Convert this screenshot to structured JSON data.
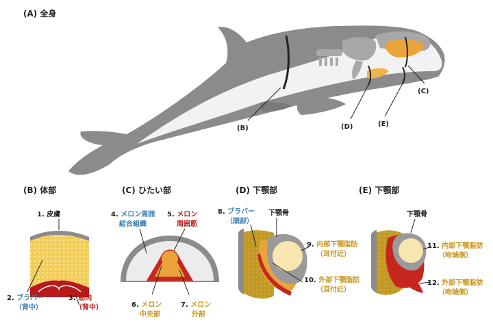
{
  "panel_a": {
    "title": "(A) 全身",
    "callouts": {
      "b": "(B)",
      "c": "(C)",
      "d": "(D)",
      "e": "(E)"
    }
  },
  "panel_b": {
    "title": "(B) 体部",
    "labels": {
      "skin": "1. 皮膚",
      "blubber_num": "2.",
      "blubber_name": "ブラバー",
      "blubber_loc": "（背中）",
      "muscle_num": "3.",
      "muscle_name": "筋肉",
      "muscle_loc": "（背中）"
    }
  },
  "panel_c": {
    "title": "(C) ひたい部",
    "labels": {
      "ct_num": "4.",
      "ct_name1": "メロン周囲",
      "ct_name2": "結合組織",
      "mm_num": "5.",
      "mm_name1": "メロン",
      "mm_name2": "周囲筋",
      "mc_num": "6.",
      "mc_name1": "メロン",
      "mc_name2": "中央部",
      "mo_num": "7.",
      "mo_name1": "メロン",
      "mo_name2": "外部"
    }
  },
  "panel_d": {
    "title": "(D) 下顎部",
    "labels": {
      "bl_num": "8.",
      "bl_name": "ブラバー",
      "bl_loc": "（頭部）",
      "jaw": "下顎骨",
      "imf_num": "9.",
      "imf_name": "内部下顎脂肪",
      "imf_loc": "（耳付近）",
      "emf_num": "10.",
      "emf_name": "外部下顎脂肪",
      "emf_loc": "（耳付近）"
    }
  },
  "panel_e": {
    "title": "(E) 下顎部",
    "labels": {
      "jaw": "下顎骨",
      "imf_num": "11.",
      "imf_name": "内部下顎脂肪",
      "imf_loc": "（吻端側）",
      "emf_num": "12.",
      "emf_name": "外部下顎脂肪",
      "emf_loc": "（吻端側）"
    }
  },
  "colors": {
    "body_gray": "#8a8a8a",
    "belly_white": "#f4f4f4",
    "skeleton": "#a9a9a9",
    "fat_yellow": "#f7d35a",
    "fat_orange": "#e9a43b",
    "blubber_olive": "#c8a22e",
    "muscle_red": "#b81b1b",
    "label_blue": "#3b7fb0",
    "label_gold": "#c8961e"
  }
}
